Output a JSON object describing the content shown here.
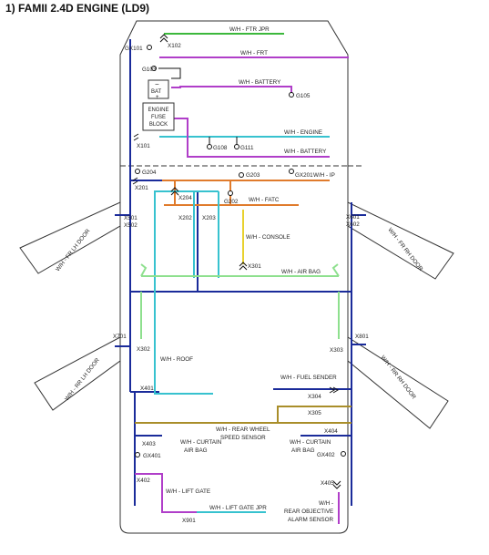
{
  "title": "1) FAMII 2.4D ENGINE (LD9)",
  "colors": {
    "green": "#3cb83c",
    "magenta": "#b03ec9",
    "cyan": "#37c2cf",
    "navy": "#1a2b9a",
    "orange": "#e07b2c",
    "yellow": "#e8d12e",
    "olive": "#a98e2a",
    "lightgreen": "#8ee08e",
    "outline": "#333333"
  },
  "harness_labels": {
    "ftr_jpr": "W/H - FTR JPR",
    "frt": "W/H - FRT",
    "battery_upper": "W/H - BATTERY",
    "engine": "W/H - ENGINE",
    "battery_lower": "W/H - BATTERY",
    "ip": "W/H - IP",
    "fatc": "W/H - FATC",
    "console": "W/H - CONSOLE",
    "air_bag": "W/H - AIR BAG",
    "roof": "W/H - ROOF",
    "fuel_sender": "W/H - FUEL SENDER",
    "rear_wheel_1": "W/H - REAR WHEEL",
    "rear_wheel_2": "SPEED SENSOR",
    "curtain_l_1": "W/H - CURTAIN",
    "curtain_l_2": "AIR BAG",
    "curtain_r_1": "W/H - CURTAIN",
    "curtain_r_2": "AIR BAG",
    "lift_gate": "W/H - LIFT GATE",
    "lift_gate_jpr": "W/H - LIFT GATE JPR",
    "rear_obj_1": "W/H -",
    "rear_obj_2": "REAR OBJECTIVE",
    "rear_obj_3": "ALARM SENSOR",
    "fr_lh_door": "W/H - FR LH DOOR",
    "fr_rh_door": "W/H - FR RH DOOR",
    "rr_lh_door": "W/H - RR LH DOOR",
    "rr_rh_door": "W/H - RR RH DOOR"
  },
  "connectors": {
    "x102": "X102",
    "x101": "X101",
    "x201": "X201",
    "x204": "X204",
    "x202": "X202",
    "x203": "X203",
    "x301": "X301",
    "x501": "X501",
    "x502": "X502",
    "x601": "X601",
    "x602": "X602",
    "x701": "X701",
    "x302": "X302",
    "x303": "X303",
    "x801": "X801",
    "x401": "X401",
    "x304": "X304",
    "x305": "X305",
    "x404": "X404",
    "x403": "X403",
    "x402": "X402",
    "x405": "X405",
    "x901": "X901"
  },
  "grounds": {
    "gx101": "GX101",
    "g103": "G103",
    "g105": "G105",
    "g108": "G108",
    "g111": "G111",
    "g204": "G204",
    "g203": "G203",
    "gx201": "GX201",
    "g202": "G202",
    "gx401": "GX401",
    "gx402": "GX402"
  },
  "components": {
    "bat_1": "BAT",
    "bat_minus": "−",
    "bat_plus": "+",
    "efb_1": "ENGINE",
    "efb_2": "FUSE",
    "efb_3": "BLOCK"
  }
}
